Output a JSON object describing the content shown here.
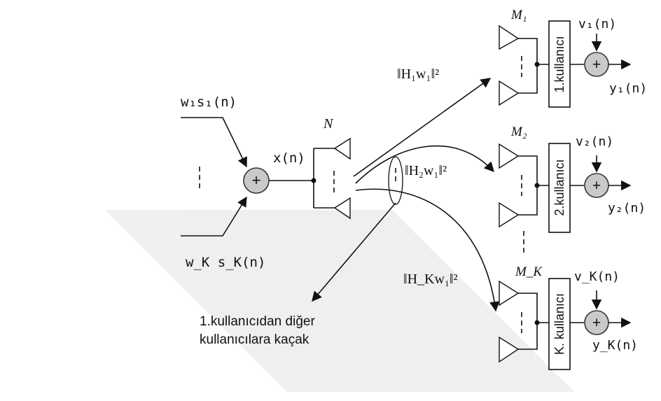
{
  "diagram": {
    "sources": {
      "top": "w₁s₁(n)",
      "bottom": "w_K s_K(n)"
    },
    "sum_signal": "x(n)",
    "tx_antenna_count": "N",
    "receivers": [
      {
        "antenna_count": "M₁",
        "box_label": "1.kullanıcı",
        "noise": "v₁(n)",
        "output": "y₁(n)",
        "gain": "‖H₁w₁‖²"
      },
      {
        "antenna_count": "M₂",
        "box_label": "2.kullanıcı",
        "noise": "v₂(n)",
        "output": "y₂(n)",
        "gain": "‖H₂w₁‖²"
      },
      {
        "antenna_count": "M_K",
        "box_label": "K. kullanıcı",
        "noise": "v_K(n)",
        "output": "y_K(n)",
        "gain": "‖H_Kw₁‖²"
      }
    ],
    "leakage_note": [
      "1.kullanıcıdan diğer",
      "kullanıcılara kaçak"
    ],
    "adder_symbol": "+"
  }
}
